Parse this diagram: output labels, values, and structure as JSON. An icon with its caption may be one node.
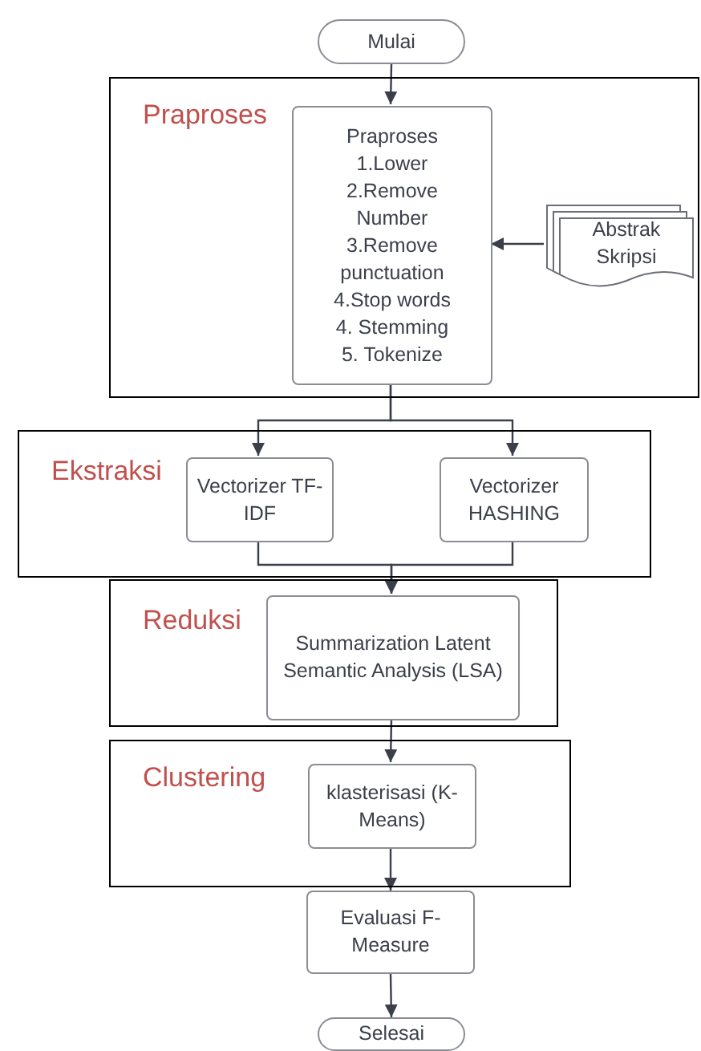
{
  "diagram": {
    "nodes": [
      {
        "text": [
          "Mulai"
        ]
      },
      {
        "text": [
          "Praproses"
        ]
      },
      {
        "text": [
          "Praproses",
          "1.Lower",
          "2.Remove Number",
          "3.Remove punctuation",
          "4.Stop words",
          "4. Stemming",
          "5. Tokenize"
        ],
        "in": 1
      },
      {
        "text": [
          "Abstrak Skripsi"
        ],
        "in": 1
      },
      {
        "text": [
          "Ekstraksi"
        ]
      },
      {
        "text": [
          "Vectorizer TF-IDF"
        ],
        "in": 4
      },
      {
        "text": [
          "Vectorizer HASHING"
        ],
        "in": 4
      },
      {
        "text": [
          "Reduksi"
        ]
      },
      {
        "text": [
          "Summarization Latent Semantic Analysis (LSA)"
        ],
        "in": 7
      },
      {
        "text": [
          "Clustering"
        ]
      },
      {
        "text": [
          "klasterisasi (K-Means)"
        ],
        "in": 9
      },
      {
        "text": [
          "Evaluasi F-Measure"
        ]
      },
      {
        "text": [
          "Selesai"
        ]
      }
    ],
    "edges": [
      {
        "from": 0,
        "to": 2,
        "arrow": "to"
      },
      {
        "from": 3,
        "to": 2,
        "arrow": "to"
      },
      {
        "from": 2,
        "to": 5,
        "arrow": "to"
      },
      {
        "from": 2,
        "to": 6,
        "arrow": "to"
      },
      {
        "from": 5,
        "to": 8,
        "arrow": "to"
      },
      {
        "from": 6,
        "to": 8,
        "arrow": "to"
      },
      {
        "from": 8,
        "to": 10,
        "arrow": "to"
      },
      {
        "from": 10,
        "to": 11,
        "arrow": "to"
      },
      {
        "from": 11,
        "to": 12,
        "arrow": "to"
      }
    ]
  }
}
